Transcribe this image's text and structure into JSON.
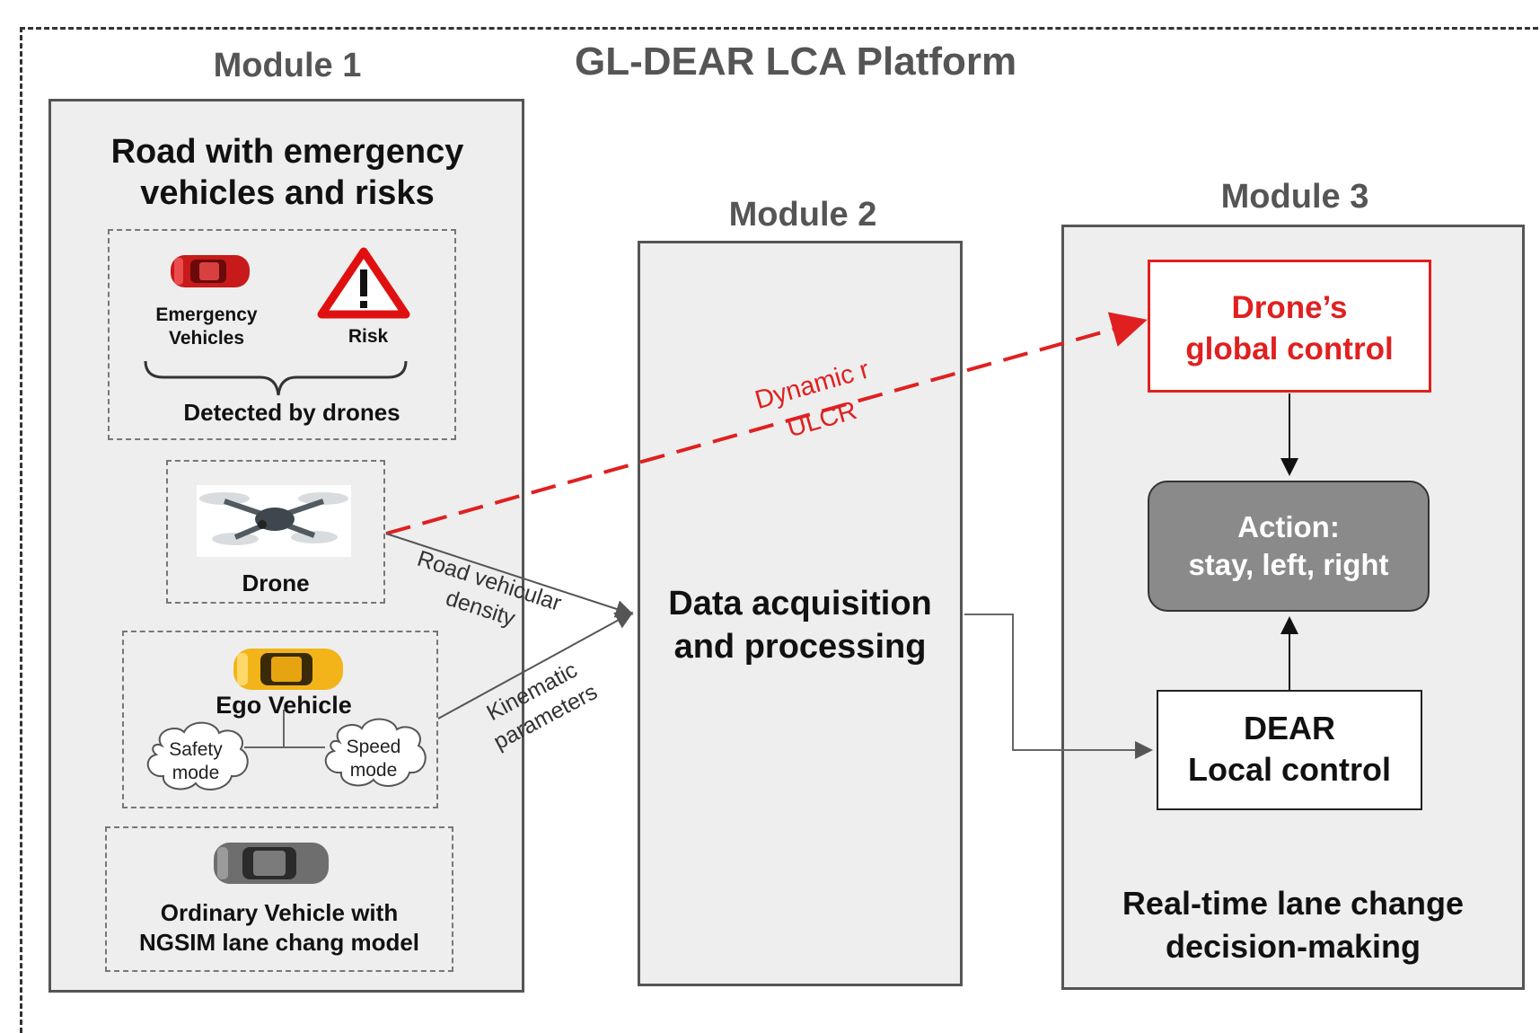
{
  "platform_title": "GL-DEAR LCA Platform",
  "module1": {
    "title": "Module 1",
    "heading_line1": "Road with emergency",
    "heading_line2": "vehicles and risks",
    "emergency_line1": "Emergency",
    "emergency_line2": "Vehicles",
    "risk_label": "Risk",
    "detected_label": "Detected by drones",
    "drone_label": "Drone",
    "ego_label": "Ego Vehicle",
    "safety_line1": "Safety",
    "safety_line2": "mode",
    "speed_line1": "Speed",
    "speed_line2": "mode",
    "ordinary_line1": "Ordinary Vehicle with",
    "ordinary_line2": "NGSIM lane chang model"
  },
  "module2": {
    "title": "Module 2",
    "content_line1": "Data acquisition",
    "content_line2": "and processing"
  },
  "module3": {
    "title": "Module 3",
    "global_line1": "Drone’s",
    "global_line2": "global control",
    "action_line1": "Action:",
    "action_line2": "stay, left, right",
    "dear_line1": "DEAR",
    "dear_line2": "Local control",
    "footer_line1": "Real-time lane change",
    "footer_line2": "decision-making"
  },
  "edges": {
    "dynamic_line1": "Dynamic r",
    "dynamic_line2": "ULCR",
    "road_density_line1": "Road vehicular",
    "road_density_line2": "density",
    "kinematic_line1": "Kinematic",
    "kinematic_line2": "parameters"
  },
  "colors": {
    "red": "#e02020",
    "action_fill": "#8a8a8a"
  }
}
